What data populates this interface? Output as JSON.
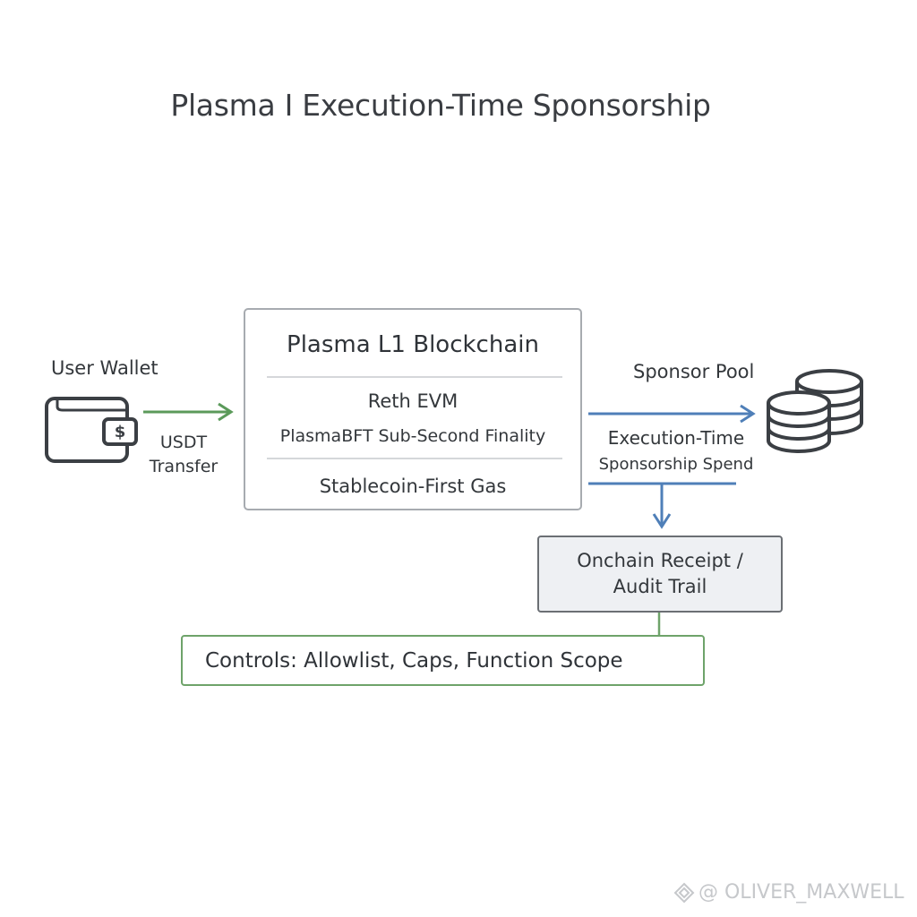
{
  "title": "Plasma I Execution-Time Sponsorship",
  "wallet": {
    "label": "User Wallet",
    "icon": "wallet-icon",
    "coin_glyph": "$"
  },
  "transfer": {
    "line1": "USDT",
    "line2": "Transfer"
  },
  "chain": {
    "title": "Plasma L1 Blockchain",
    "line1": "Reth EVM",
    "line2": "PlasmaBFT Sub-Second Finality",
    "line3": "Stablecoin-First Gas"
  },
  "sponsor": {
    "label": "Sponsor Pool",
    "icon": "coin-stack-icon"
  },
  "spend": {
    "line1": "Execution-Time",
    "line2": "Sponsorship Spend"
  },
  "receipt": {
    "line1": "Onchain Receipt /",
    "line2": "Audit Trail"
  },
  "controls": {
    "text": "Controls:  Allowlist, Caps, Function Scope"
  },
  "watermark": {
    "text": "@ OLIVER_MAXWELL",
    "icon": "diamond-logo-icon"
  },
  "colors": {
    "green_arrow": "#5b9a5a",
    "blue_arrow": "#4f7fb8",
    "box_border": "#a7abb0",
    "controls_border": "#6ea36a",
    "receipt_fill": "#eef0f3"
  }
}
